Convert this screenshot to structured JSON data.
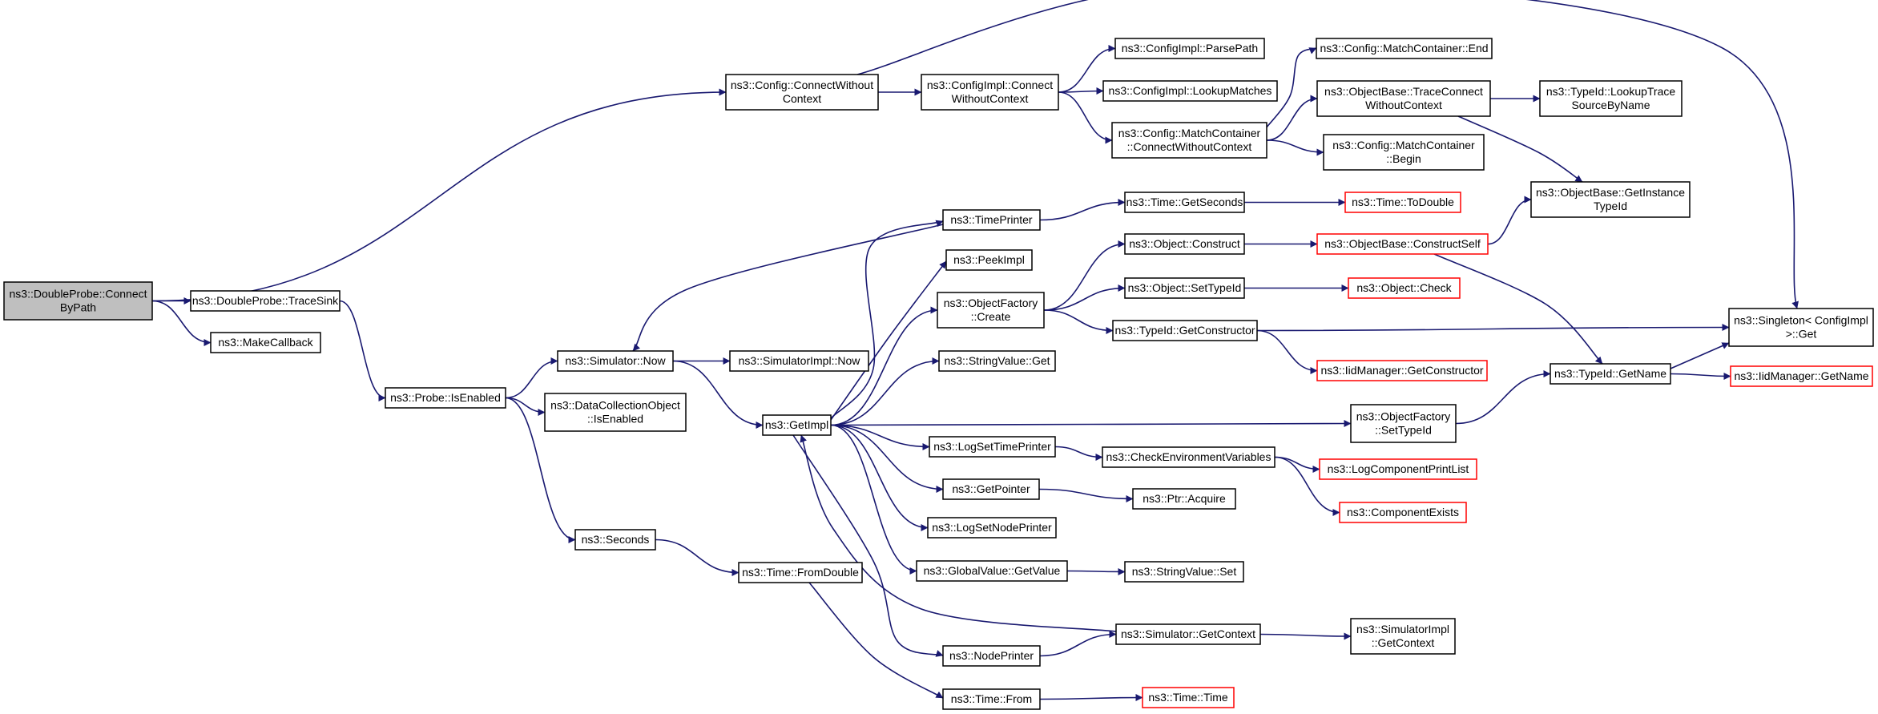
{
  "graph": {
    "nodes": [
      {
        "id": "n_root",
        "lines": [
          "ns3::DoubleProbe::Connect",
          "ByPath"
        ]
      },
      {
        "id": "n_trace_sink",
        "lines": [
          "ns3::DoubleProbe::TraceSink"
        ]
      },
      {
        "id": "n_make_callback",
        "lines": [
          "ns3::MakeCallback"
        ]
      },
      {
        "id": "n_probe_isenabled",
        "lines": [
          "ns3::Probe::IsEnabled"
        ]
      },
      {
        "id": "n_sim_now",
        "lines": [
          "ns3::Simulator::Now"
        ]
      },
      {
        "id": "n_dco_isenabled",
        "lines": [
          "ns3::DataCollectionObject",
          "::IsEnabled"
        ]
      },
      {
        "id": "n_seconds",
        "lines": [
          "ns3::Seconds"
        ]
      },
      {
        "id": "n_simimpl_now",
        "lines": [
          "ns3::SimulatorImpl::Now"
        ]
      },
      {
        "id": "n_getimpl",
        "lines": [
          "ns3::GetImpl"
        ]
      },
      {
        "id": "n_time_fromdouble",
        "lines": [
          "ns3::Time::FromDouble"
        ]
      },
      {
        "id": "n_cfg_connect_wo",
        "lines": [
          "ns3::Config::ConnectWithout",
          "Context"
        ]
      },
      {
        "id": "n_cfgimpl_connect_wo",
        "lines": [
          "ns3::ConfigImpl::Connect",
          "WithoutContext"
        ]
      },
      {
        "id": "n_cfgimpl_parsepath",
        "lines": [
          "ns3::ConfigImpl::ParsePath"
        ]
      },
      {
        "id": "n_cfgimpl_lookup",
        "lines": [
          "ns3::ConfigImpl::LookupMatches"
        ]
      },
      {
        "id": "n_mc_connect_wo",
        "lines": [
          "ns3::Config::MatchContainer",
          "::ConnectWithoutContext"
        ]
      },
      {
        "id": "n_mc_end",
        "lines": [
          "ns3::Config::MatchContainer::End"
        ]
      },
      {
        "id": "n_ob_traceconnect",
        "lines": [
          "ns3::ObjectBase::TraceConnect",
          "WithoutContext"
        ]
      },
      {
        "id": "n_mc_begin",
        "lines": [
          "ns3::Config::MatchContainer",
          "::Begin"
        ]
      },
      {
        "id": "n_typeid_lookuptrace",
        "lines": [
          "ns3::TypeId::LookupTrace",
          "SourceByName"
        ]
      },
      {
        "id": "n_ob_getinstance",
        "lines": [
          "ns3::ObjectBase::GetInstance",
          "TypeId"
        ]
      },
      {
        "id": "n_timeprinter",
        "lines": [
          "ns3::TimePrinter"
        ]
      },
      {
        "id": "n_time_getseconds",
        "lines": [
          "ns3::Time::GetSeconds"
        ]
      },
      {
        "id": "n_time_todouble",
        "lines": [
          "ns3::Time::ToDouble"
        ],
        "truncated": true
      },
      {
        "id": "n_peekimpl",
        "lines": [
          "ns3::PeekImpl"
        ]
      },
      {
        "id": "n_objfactory_create",
        "lines": [
          "ns3::ObjectFactory",
          "::Create"
        ]
      },
      {
        "id": "n_obj_construct",
        "lines": [
          "ns3::Object::Construct"
        ]
      },
      {
        "id": "n_ob_constructself",
        "lines": [
          "ns3::ObjectBase::ConstructSelf"
        ],
        "truncated": true
      },
      {
        "id": "n_obj_settypeid",
        "lines": [
          "ns3::Object::SetTypeId"
        ]
      },
      {
        "id": "n_obj_check",
        "lines": [
          "ns3::Object::Check"
        ],
        "truncated": true
      },
      {
        "id": "n_typeid_getconstructor",
        "lines": [
          "ns3::TypeId::GetConstructor"
        ]
      },
      {
        "id": "n_singleton_get",
        "lines": [
          "ns3::Singleton< ConfigImpl",
          " >::Get"
        ]
      },
      {
        "id": "n_iid_getconstructor",
        "lines": [
          "ns3::IidManager::GetConstructor"
        ],
        "truncated": true
      },
      {
        "id": "n_stringvalue_get",
        "lines": [
          "ns3::StringValue::Get"
        ]
      },
      {
        "id": "n_typeid_getname",
        "lines": [
          "ns3::TypeId::GetName"
        ]
      },
      {
        "id": "n_iid_getname",
        "lines": [
          "ns3::IidManager::GetName"
        ],
        "truncated": true
      },
      {
        "id": "n_objfactory_settypeid",
        "lines": [
          "ns3::ObjectFactory",
          "::SetTypeId"
        ]
      },
      {
        "id": "n_logsettimeprinter",
        "lines": [
          "ns3::LogSetTimePrinter"
        ]
      },
      {
        "id": "n_checkenvvars",
        "lines": [
          "ns3::CheckEnvironmentVariables"
        ]
      },
      {
        "id": "n_logcomponentprintlist",
        "lines": [
          "ns3::LogComponentPrintList"
        ],
        "truncated": true
      },
      {
        "id": "n_getpointer",
        "lines": [
          "ns3::GetPointer"
        ]
      },
      {
        "id": "n_componentexists",
        "lines": [
          "ns3::ComponentExists"
        ],
        "truncated": true
      },
      {
        "id": "n_ptr_acquire",
        "lines": [
          "ns3::Ptr::Acquire"
        ]
      },
      {
        "id": "n_logsetnodeprinter",
        "lines": [
          "ns3::LogSetNodePrinter"
        ]
      },
      {
        "id": "n_globalvalue_getvalue",
        "lines": [
          "ns3::GlobalValue::GetValue"
        ]
      },
      {
        "id": "n_stringvalue_set",
        "lines": [
          "ns3::StringValue::Set"
        ]
      },
      {
        "id": "n_sim_getcontext",
        "lines": [
          "ns3::Simulator::GetContext"
        ]
      },
      {
        "id": "n_simimpl_getcontext",
        "lines": [
          "ns3::SimulatorImpl",
          "::GetContext"
        ]
      },
      {
        "id": "n_nodeprinter",
        "lines": [
          "ns3::NodePrinter"
        ]
      },
      {
        "id": "n_time_from",
        "lines": [
          "ns3::Time::From"
        ]
      },
      {
        "id": "n_time_time",
        "lines": [
          "ns3::Time::Time"
        ],
        "truncated": true
      }
    ],
    "edges": [
      [
        "n_root",
        "n_cfg_connect_wo"
      ],
      [
        "n_root",
        "n_trace_sink"
      ],
      [
        "n_root",
        "n_make_callback"
      ],
      [
        "n_trace_sink",
        "n_probe_isenabled"
      ],
      [
        "n_probe_isenabled",
        "n_sim_now"
      ],
      [
        "n_probe_isenabled",
        "n_dco_isenabled"
      ],
      [
        "n_probe_isenabled",
        "n_seconds"
      ],
      [
        "n_sim_now",
        "n_simimpl_now"
      ],
      [
        "n_sim_now",
        "n_getimpl"
      ],
      [
        "n_seconds",
        "n_time_fromdouble"
      ],
      [
        "n_time_fromdouble",
        "n_time_from"
      ],
      [
        "n_cfg_connect_wo",
        "n_cfgimpl_connect_wo"
      ],
      [
        "n_cfg_connect_wo",
        "n_singleton_get"
      ],
      [
        "n_cfgimpl_connect_wo",
        "n_cfgimpl_parsepath"
      ],
      [
        "n_cfgimpl_connect_wo",
        "n_cfgimpl_lookup"
      ],
      [
        "n_cfgimpl_connect_wo",
        "n_mc_connect_wo"
      ],
      [
        "n_mc_connect_wo",
        "n_mc_end"
      ],
      [
        "n_mc_connect_wo",
        "n_ob_traceconnect"
      ],
      [
        "n_mc_connect_wo",
        "n_mc_begin"
      ],
      [
        "n_ob_traceconnect",
        "n_typeid_lookuptrace"
      ],
      [
        "n_ob_traceconnect",
        "n_ob_getinstance"
      ],
      [
        "n_timeprinter",
        "n_sim_now"
      ],
      [
        "n_timeprinter",
        "n_time_getseconds"
      ],
      [
        "n_time_getseconds",
        "n_time_todouble"
      ],
      [
        "n_getimpl",
        "n_timeprinter"
      ],
      [
        "n_getimpl",
        "n_peekimpl"
      ],
      [
        "n_getimpl",
        "n_objfactory_create"
      ],
      [
        "n_getimpl",
        "n_stringvalue_get"
      ],
      [
        "n_getimpl",
        "n_objfactory_settypeid"
      ],
      [
        "n_getimpl",
        "n_logsettimeprinter"
      ],
      [
        "n_getimpl",
        "n_getpointer"
      ],
      [
        "n_getimpl",
        "n_logsetnodeprinter"
      ],
      [
        "n_getimpl",
        "n_globalvalue_getvalue"
      ],
      [
        "n_getimpl",
        "n_nodeprinter"
      ],
      [
        "n_sim_getcontext",
        "n_getimpl"
      ],
      [
        "n_sim_getcontext",
        "n_simimpl_getcontext"
      ],
      [
        "n_nodeprinter",
        "n_sim_getcontext"
      ],
      [
        "n_objfactory_create",
        "n_obj_construct"
      ],
      [
        "n_objfactory_create",
        "n_obj_settypeid"
      ],
      [
        "n_objfactory_create",
        "n_typeid_getconstructor"
      ],
      [
        "n_obj_construct",
        "n_ob_constructself"
      ],
      [
        "n_ob_constructself",
        "n_ob_getinstance"
      ],
      [
        "n_ob_constructself",
        "n_typeid_getname"
      ],
      [
        "n_obj_settypeid",
        "n_obj_check"
      ],
      [
        "n_typeid_getconstructor",
        "n_singleton_get"
      ],
      [
        "n_typeid_getconstructor",
        "n_iid_getconstructor"
      ],
      [
        "n_typeid_getname",
        "n_singleton_get"
      ],
      [
        "n_typeid_getname",
        "n_iid_getname"
      ],
      [
        "n_objfactory_settypeid",
        "n_typeid_getname"
      ],
      [
        "n_logsettimeprinter",
        "n_checkenvvars"
      ],
      [
        "n_checkenvvars",
        "n_logcomponentprintlist"
      ],
      [
        "n_checkenvvars",
        "n_componentexists"
      ],
      [
        "n_getpointer",
        "n_ptr_acquire"
      ],
      [
        "n_globalvalue_getvalue",
        "n_stringvalue_set"
      ],
      [
        "n_time_from",
        "n_time_time"
      ]
    ]
  }
}
